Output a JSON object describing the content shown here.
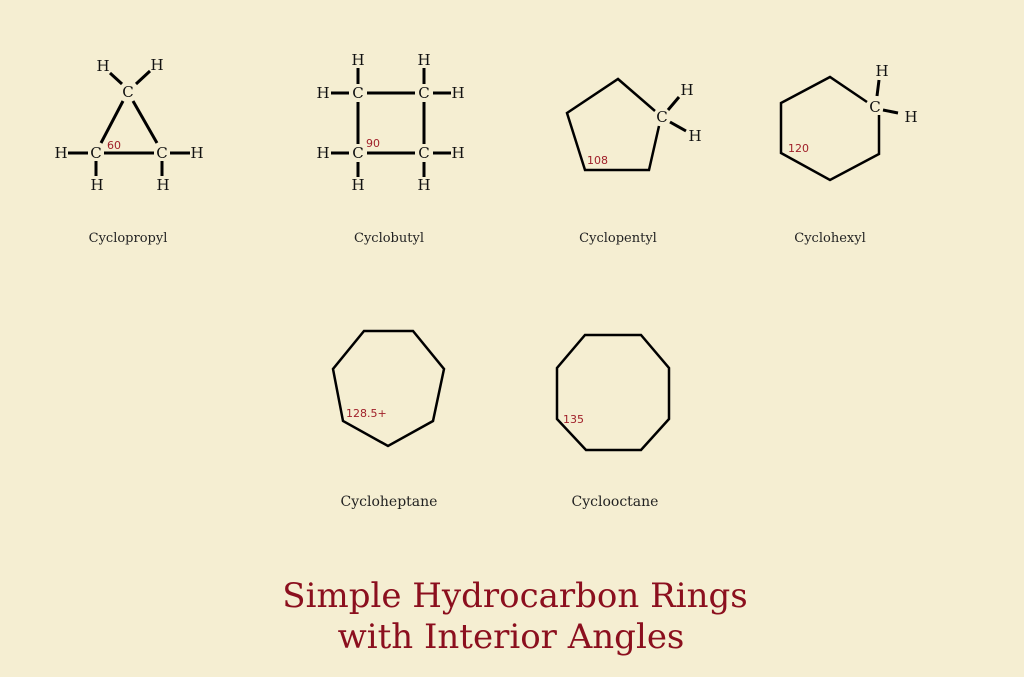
{
  "molecules": [
    {
      "name": "Cyclopropyl",
      "angle": "60"
    },
    {
      "name": "Cyclobutyl",
      "angle": "90"
    },
    {
      "name": "Cyclopentyl",
      "angle": "108"
    },
    {
      "name": "Cyclohexyl",
      "angle": "120"
    },
    {
      "name": "Cycloheptane",
      "angle": "128.5+"
    },
    {
      "name": "Cyclooctane",
      "angle": "135"
    }
  ],
  "atoms": {
    "carbon": "C",
    "hydrogen": "H"
  },
  "title": {
    "line1": "Simple Hydrocarbon Rings",
    "line2": "with Interior Angles"
  }
}
